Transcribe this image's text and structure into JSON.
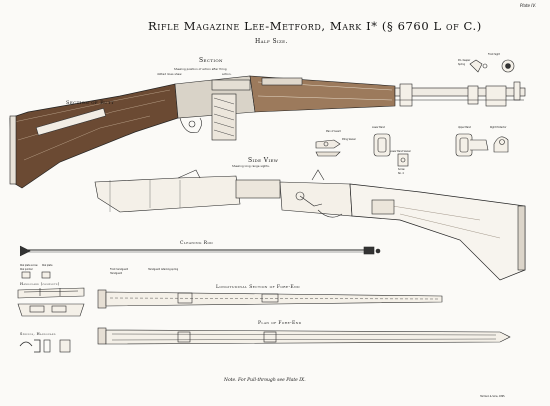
{
  "plate": "Plate IV.",
  "title": "Rifle Magazine Lee-Metford, Mark I* (§ 6760 L of C.)",
  "subtitle": "Half Size.",
  "section": {
    "heading": "Section",
    "line1": "Shewing position of action after firing",
    "line2_left": "dotted lines shew",
    "line2_right": "action."
  },
  "section_of_butt": "Section of Butt",
  "side_view": {
    "heading": "Side View",
    "caption": "Shewing long range sights."
  },
  "cleaning_rod": "Cleaning Rod",
  "small_parts": {
    "front_sight": "Front Sight",
    "plan_of_guard": "Plan of Guard",
    "lower_band": "Lower Band",
    "upper_band": "Upper Band",
    "right_protector": "Right Protector",
    "lower_band_swivel": "Lower Band Swivel",
    "piling_swivel": "Piling Swivel",
    "small_text_1": "Pin. Keeper",
    "small_text_2": "Spring",
    "small_text_3": "Screw",
    "small_text_4": "No. 4"
  },
  "left_parts": {
    "label_a": "Dial plate screw",
    "label_b": "Dial plate",
    "label_c": "Dial pointer",
    "handguard": "Handguard (complete)",
    "springs": "Springs, Handguard"
  },
  "fore_end": {
    "small_a": "Front handguard",
    "small_b": "Handguard",
    "small_c": "Handguard retaining spring",
    "longitudinal": "Longitudinal Section of Fore-End",
    "plan": "Plan of Fore-End"
  },
  "footnote": "Note. For Pull-through see Plate IX.",
  "printer": "Harrison & Sons, 1895."
}
